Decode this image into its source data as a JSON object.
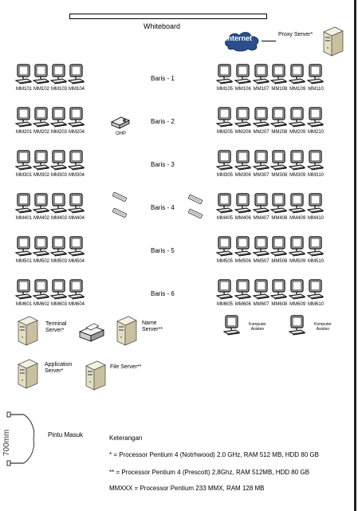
{
  "whiteboard": "Whiteboard",
  "internet": "Internet",
  "proxy_server": "Proxy Server*",
  "rows": [
    {
      "label": "Baris - 1",
      "left": [
        "MM101",
        "MM102",
        "MM103",
        "MM104"
      ],
      "right": [
        "MM105",
        "MM106",
        "MM107",
        "MM108",
        "MM109",
        "MM110"
      ]
    },
    {
      "label": "Baris - 2",
      "left": [
        "MM201",
        "MM202",
        "MM203",
        "MM204"
      ],
      "right": [
        "MM205",
        "MM206",
        "MM207",
        "MM208",
        "MM209",
        "MM210"
      ]
    },
    {
      "label": "Baris - 3",
      "left": [
        "MM301",
        "MM302",
        "MM303",
        "MM304"
      ],
      "right": [
        "MM305",
        "MM306",
        "MM307",
        "MM308",
        "MM309",
        "MM310"
      ]
    },
    {
      "label": "Baris - 4",
      "left": [
        "MM401",
        "MM402",
        "MM403",
        "MM404"
      ],
      "right": [
        "MM405",
        "MM406",
        "MM407",
        "MM408",
        "MM409",
        "MM410"
      ]
    },
    {
      "label": "Baris - 5",
      "left": [
        "MM501",
        "MM502",
        "MM503",
        "MM504"
      ],
      "right": [
        "MM505",
        "MM506",
        "MM507",
        "MM508",
        "MM509",
        "MM510"
      ]
    },
    {
      "label": "Baris - 6",
      "left": [
        "MM601",
        "MM602",
        "MM603",
        "MM604"
      ],
      "right": [
        "MM605",
        "MM606",
        "MM607",
        "MM608",
        "MM609",
        "MM610"
      ]
    }
  ],
  "ohp": "OHP",
  "terminal_server": "Terminal Server*",
  "name_server": "Name Server**",
  "komputer_asisten": "Komputer Asisten",
  "application_server": "Application Server*",
  "file_server": "File Server**",
  "door_width": "700mm",
  "pintu_masuk": "Pintu Masuk",
  "keterangan": "Keterangan",
  "legend": [
    "* = Processor Pentium 4 (Notrhwood) 2.0 GHz, RAM 512 MB, HDD 80 GB",
    "** = Processor Pentium 4 (Prescott) 2,8Ghz, RAM 512MB, HDD 80 GB",
    "MMXXX = Processor Pentium 233 MMX, RAM 128 MB"
  ]
}
